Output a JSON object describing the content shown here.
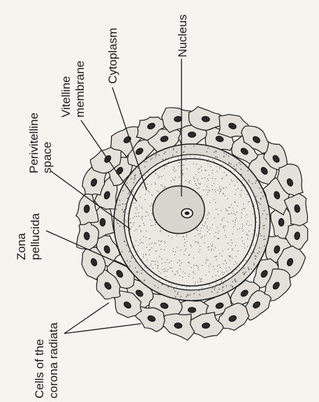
{
  "labels": {
    "corona_radiata_line1": "Cells of the",
    "corona_radiata_line2": "corona radiata",
    "zona_pellucida_line1": "Zona",
    "zona_pellucida_line2": "pellucida",
    "perivitelline_line1": "Perivitelline",
    "perivitelline_line2": "space",
    "vitelline_line1": "Vitelline",
    "vitelline_line2": "membrane",
    "cytoplasm": "Cytoplasm",
    "nucleus": "Nucleus"
  },
  "colors": {
    "ink": "#1a1a1a",
    "paper": "#f6f4ef",
    "cell_fill": "#e4e1da",
    "zona_fill": "#dcd9d2",
    "cytoplasm_fill": "#ebe8e2",
    "nucleus_fill": "#d8d5ce"
  }
}
